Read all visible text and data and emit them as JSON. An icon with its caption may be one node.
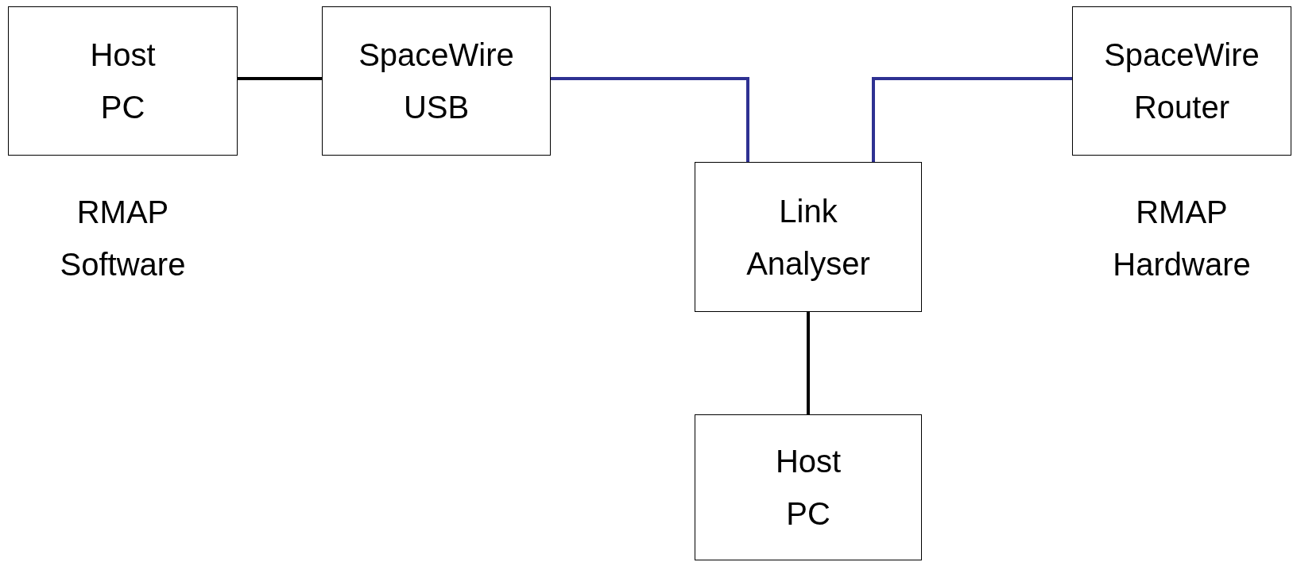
{
  "diagram": {
    "nodes": [
      {
        "text": [
          "Host PC"
        ],
        "beside": [
          "RMAP Software"
        ]
      },
      {
        "text": [
          "SpaceWire USB"
        ]
      },
      {
        "text": [
          "Link Analyser"
        ]
      },
      {
        "text": [
          "SpaceWire Router"
        ],
        "beside": [
          "RMAP Hardware"
        ]
      },
      {
        "text": [
          "Host PC"
        ]
      }
    ],
    "edges": [
      {
        "from": 0,
        "to": 1,
        "arrow": "none"
      },
      {
        "from": 1,
        "to": 2,
        "arrow": "none",
        "color": "#2e3192"
      },
      {
        "from": 3,
        "to": 2,
        "arrow": "none",
        "color": "#2e3192"
      },
      {
        "from": 2,
        "to": 4,
        "arrow": "none"
      }
    ]
  }
}
